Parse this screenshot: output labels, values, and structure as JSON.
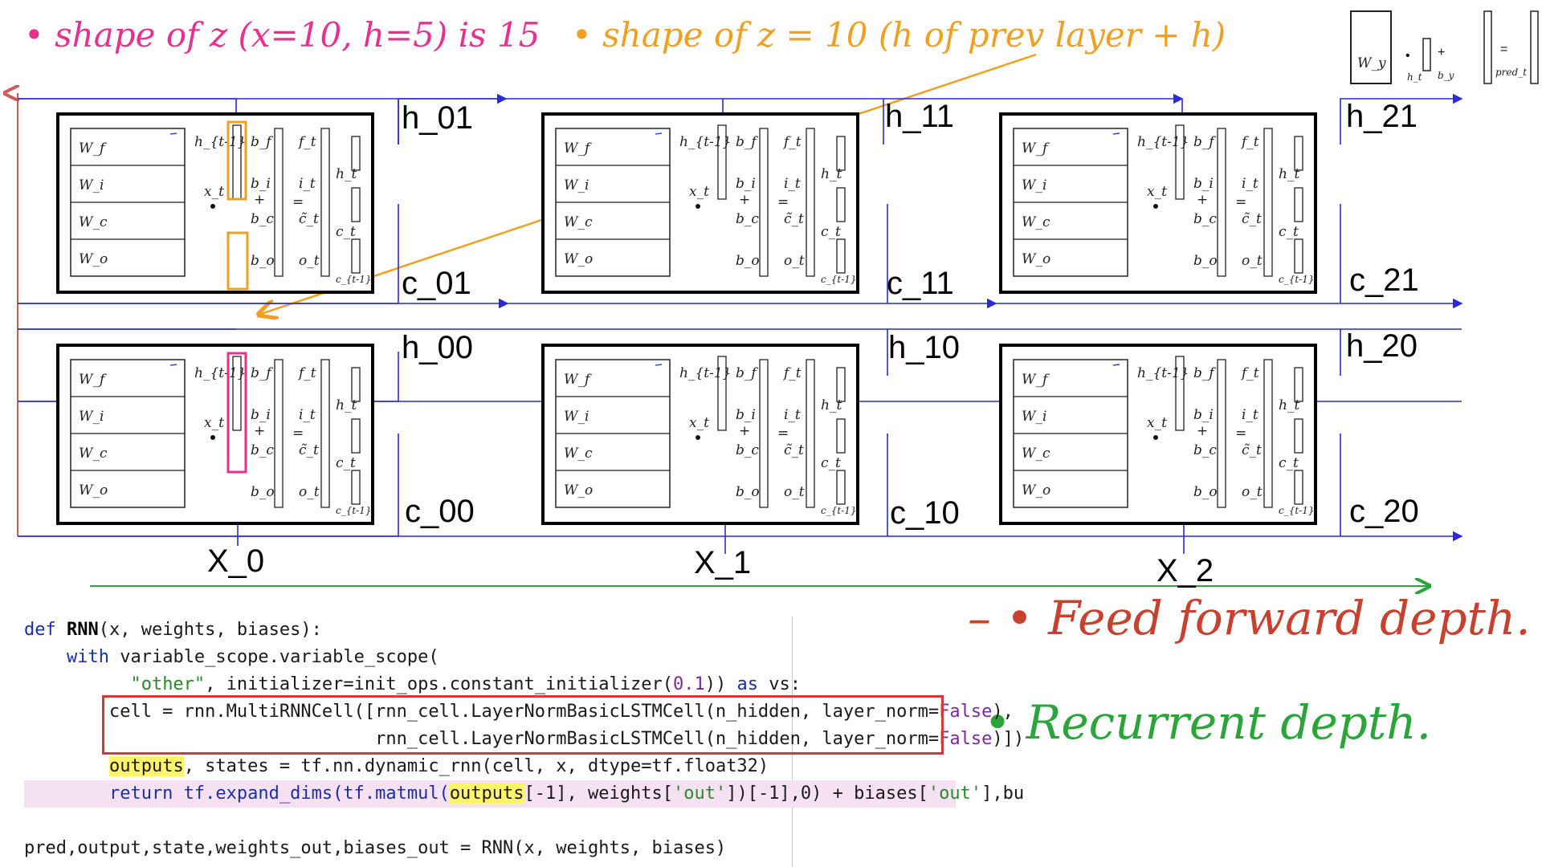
{
  "annotations": {
    "shape_z_magenta": "• shape of z (x=10, h=5) is 15",
    "shape_z_orange": "• shape of z = 10 (h of prev layer + h)",
    "feed_forward": "– • Feed forward depth.",
    "recurrent": "• Recurrent depth."
  },
  "cells": {
    "weights": [
      "W_f",
      "W_i",
      "W_c",
      "W_o"
    ],
    "h_prev": "h_{t-1}",
    "x_t": "x_t",
    "biases": [
      "b_f",
      "b_i",
      "+",
      "b_c",
      "b_o"
    ],
    "gates": [
      "f_t",
      "i_t",
      "=",
      "c̃_t",
      "o_t"
    ],
    "outputs": [
      "h_t",
      "c_t",
      "c_{t-1}"
    ]
  },
  "labels": {
    "h": [
      "h_01",
      "h_11",
      "h_21",
      "h_00",
      "h_10",
      "h_20"
    ],
    "c": [
      "c_01",
      "c_11",
      "c_21",
      "c_00",
      "c_10",
      "c_20"
    ],
    "x": [
      "X_0",
      "X_1",
      "X_2"
    ]
  },
  "equation": {
    "wy": "W_y",
    "dot": "•",
    "ht": "h_t",
    "plus": "+",
    "by": "b_y",
    "eq": "=",
    "pred": "pred_t"
  },
  "code": {
    "line1": [
      "def ",
      "RNN",
      "(x, weights, biases):"
    ],
    "line2": [
      "    with ",
      "variable_scope.variable_scope("
    ],
    "line3": [
      "          ",
      "\"other\"",
      ", initializer=init_ops.constant_initializer(",
      "0.1",
      ")) ",
      "as",
      " vs:"
    ],
    "line4": [
      "        cell = rnn.MultiRNNCell([rnn_cell.LayerNormBasicLSTMCell(n_hidden, layer_norm=",
      "False",
      "),"
    ],
    "line5": [
      "                                 rnn_cell.LayerNormBasicLSTMCell(n_hidden, layer_norm=",
      "False",
      ")])"
    ],
    "line6": [
      "        ",
      "outputs",
      ", states = tf.nn.dynamic_rnn(cell, x, dtype=tf.float32)"
    ],
    "line7": [
      "        return tf.expand_dims(tf.matmul(",
      "outputs",
      "[-1], weights[",
      "'out'",
      "])[-1],0) + biases[",
      "'out'",
      "],bu"
    ],
    "line8": [
      ""
    ],
    "line9": [
      "pred,output,state,weights_out,biases_out = RNN(x, weights, biases)"
    ]
  },
  "colors": {
    "magenta": "#e8318f",
    "orange": "#f0a020",
    "blue": "#2a2ad8",
    "red": "#c8402e",
    "green": "#2aa53a",
    "code_box": "#d23a3a"
  }
}
